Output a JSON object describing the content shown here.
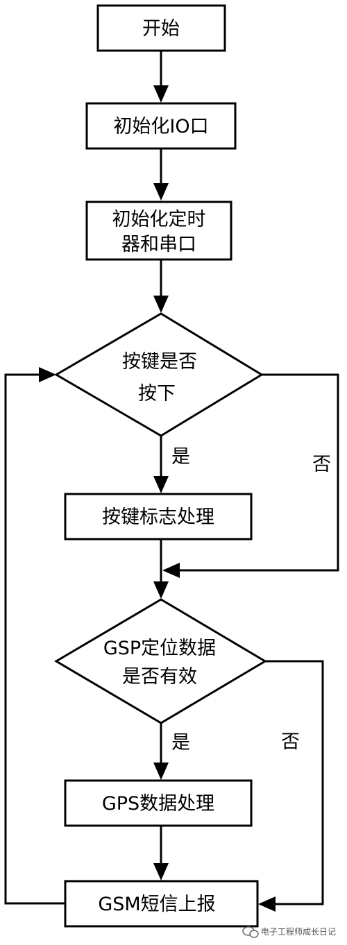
{
  "nodes": {
    "start": {
      "label": "开始"
    },
    "init_io": {
      "label": "初始化IO口"
    },
    "init_timer": {
      "line1": "初始化定时",
      "line2": "器和串口"
    },
    "key_check": {
      "line1": "按键是否",
      "line2": "按下"
    },
    "key_process": {
      "label": "按键标志处理"
    },
    "gps_check": {
      "line1": "GSP定位数据",
      "line2": "是否有效"
    },
    "gps_process": {
      "label": "GPS数据处理"
    },
    "gsm_report": {
      "label": "GSM短信上报"
    }
  },
  "edges": {
    "key_yes": "是",
    "key_no": "否",
    "gps_yes": "是",
    "gps_no": "否"
  },
  "watermark": {
    "text": "电子工程师成长日记"
  },
  "colors": {
    "stroke": "#000000",
    "fill": "#ffffff",
    "watermark": "#555555"
  }
}
